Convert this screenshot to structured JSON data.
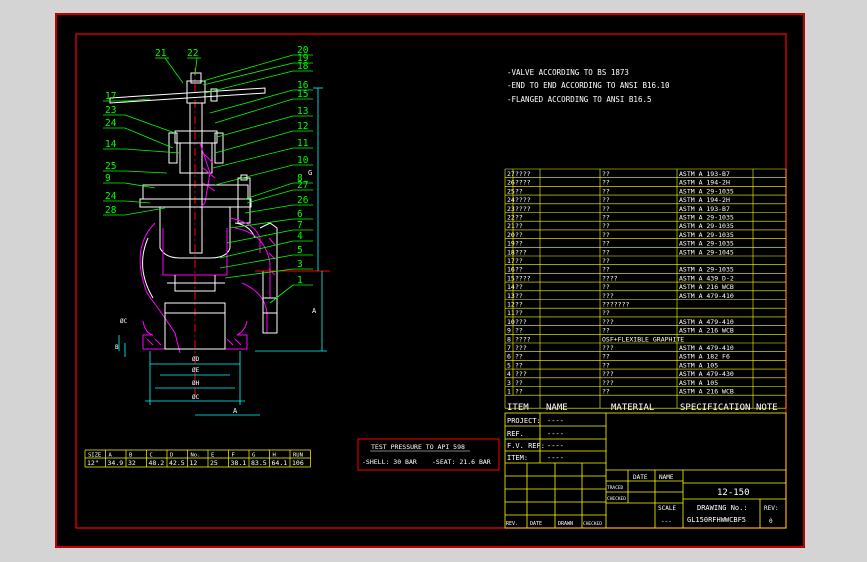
{
  "notes": [
    "-VALVE ACCORDING TO BS 1873",
    "-END TO END ACCORDING TO ANSI B16.10",
    "-FLANGED ACCORDING TO ANSI B16.5"
  ],
  "bom": {
    "headers": {
      "item": "ITEM",
      "name": "NAME",
      "material": "MATERIAL",
      "spec": "SPECIFICATION",
      "note": "NOTE"
    },
    "rows": [
      {
        "item": "27",
        "name": "????",
        "material": "??",
        "spec": "ASTM A 193-B7"
      },
      {
        "item": "26",
        "name": "????",
        "material": "??",
        "spec": "ASTM A 194-2H"
      },
      {
        "item": "25",
        "name": "??",
        "material": "??",
        "spec": "ASTM A 29-1035"
      },
      {
        "item": "24",
        "name": "????",
        "material": "??",
        "spec": "ASTM A 194-2H"
      },
      {
        "item": "23",
        "name": "????",
        "material": "??",
        "spec": "ASTM A 193-B7"
      },
      {
        "item": "22",
        "name": "??",
        "material": "??",
        "spec": "ASTM A 29-1035"
      },
      {
        "item": "21",
        "name": "??",
        "material": "??",
        "spec": "ASTM A 29-1035"
      },
      {
        "item": "20",
        "name": "??",
        "material": "??",
        "spec": "ASTM A 29-1035"
      },
      {
        "item": "19",
        "name": "??",
        "material": "??",
        "spec": "ASTM A 29-1035"
      },
      {
        "item": "18",
        "name": "???",
        "material": "??",
        "spec": "ASTM A 29-1045"
      },
      {
        "item": "17",
        "name": "??",
        "material": "??",
        "spec": ""
      },
      {
        "item": "16",
        "name": "??",
        "material": "??",
        "spec": "ASTM A 29-1035"
      },
      {
        "item": "15",
        "name": "????",
        "material": "????",
        "spec": "ASTM A 439 D-2"
      },
      {
        "item": "14",
        "name": "??",
        "material": "??",
        "spec": "ASTM A 216 WCB"
      },
      {
        "item": "13",
        "name": "??",
        "material": "???",
        "spec": "ASTM A 479-410"
      },
      {
        "item": "12",
        "name": "??",
        "material": "???????",
        "spec": ""
      },
      {
        "item": "11",
        "name": "??",
        "material": "??",
        "spec": ""
      },
      {
        "item": "10",
        "name": "???",
        "material": "???",
        "spec": "ASTM A 479-410"
      },
      {
        "item": "9",
        "name": "??",
        "material": "??",
        "spec": "ASTM A 216 WCB"
      },
      {
        "item": "8",
        "name": "????",
        "material": "OSF+FLEXIBLE GRAPHITE",
        "spec": ""
      },
      {
        "item": "7",
        "name": "???",
        "material": "???",
        "spec": "ASTM A 479-410"
      },
      {
        "item": "6",
        "name": "??",
        "material": "??",
        "spec": "ASTM A 182 F6"
      },
      {
        "item": "5",
        "name": "??",
        "material": "??",
        "spec": "ASTM A 105"
      },
      {
        "item": "4",
        "name": "???",
        "material": "???",
        "spec": "ASTM A 479-430"
      },
      {
        "item": "3",
        "name": "??",
        "material": "???",
        "spec": "ASTM A 105"
      },
      {
        "item": "1",
        "name": "??",
        "material": "??",
        "spec": "ASTM A 216 WCB"
      }
    ]
  },
  "project_block": [
    {
      "label": "PROJECT:",
      "value": "----"
    },
    {
      "label": "REF.",
      "value": "----"
    },
    {
      "label": "F.V. REF:",
      "value": "----"
    },
    {
      "label": "ITEM:",
      "value": "----"
    }
  ],
  "title_block": {
    "date_label": "DATE",
    "name_label": "NAME",
    "traced_label": "TRACED",
    "checked_label": "CHECKED",
    "scale_label": "SCALE",
    "scale_value": "---",
    "size_title": "12-150",
    "drawing_no_label": "DRAWING No.:",
    "drawing_no": "GL150RFHWWCBF5",
    "rev_label": "REV:",
    "rev_value": "0",
    "rev_row": [
      "REV.",
      "DATE",
      "DRAWN",
      "CHECKED"
    ]
  },
  "dims_table": {
    "headers": [
      "SIZE",
      "A",
      "B",
      "C",
      "D",
      "No.",
      "E",
      "F",
      "G",
      "H",
      "RUN"
    ],
    "values": [
      "12\"",
      "34.9",
      "32",
      "48.2",
      "42.5",
      "12",
      "25",
      "38.1",
      "83.5",
      "64.1",
      "106"
    ]
  },
  "test": {
    "title": "TEST PRESSURE TO API 598",
    "shell": "-SHELL: 30 BAR",
    "seat": "-SEAT: 21.6 BAR"
  },
  "balloons": {
    "left": [
      "17",
      "23",
      "24",
      "14",
      "25",
      "9",
      "24",
      "28"
    ],
    "top": [
      "21",
      "22"
    ],
    "right": [
      "20",
      "19",
      "18",
      "16",
      "15",
      "13",
      "12",
      "11",
      "10",
      "8",
      "27",
      "26",
      "6",
      "7",
      "4",
      "5",
      "3",
      "1"
    ],
    "dims": [
      "G",
      "A",
      "ØC",
      "ØD",
      "ØE",
      "ØH",
      "B",
      "A",
      "ØC"
    ]
  },
  "colors": {
    "border": "#ff0000",
    "table": "#ffff00",
    "text": "#ffffff",
    "balloon": "#00ff00",
    "dim": "#00ffff",
    "section": "#ff00ff"
  }
}
